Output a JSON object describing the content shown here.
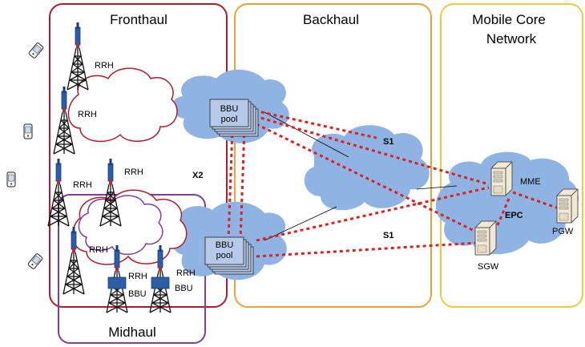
{
  "regions": {
    "fronthaul": "Fronthaul",
    "backhaul": "Backhaul",
    "core_line1": "Mobile Core",
    "core_line2": "Network",
    "midhaul": "Midhaul"
  },
  "labels": {
    "rrh": "RRH",
    "bbu": "BBU",
    "bbu_pool_line1": "BBU",
    "bbu_pool_line2": "pool",
    "x2": "X2",
    "s1": "S1",
    "mme": "MME",
    "epc": "EPC",
    "pgw": "PGW",
    "sgw": "SGW"
  },
  "colors": {
    "fronthaul_border": "#b01c2e",
    "backhaul_border": "#e8a33c",
    "core_border": "#f2c744",
    "midhaul_border": "#7f3f98",
    "cloud_fill": "#8fb4e3",
    "interface_line": "#e02020"
  },
  "icons": [
    "phone-icon",
    "tower-icon",
    "server-icon",
    "cloud-icon"
  ]
}
